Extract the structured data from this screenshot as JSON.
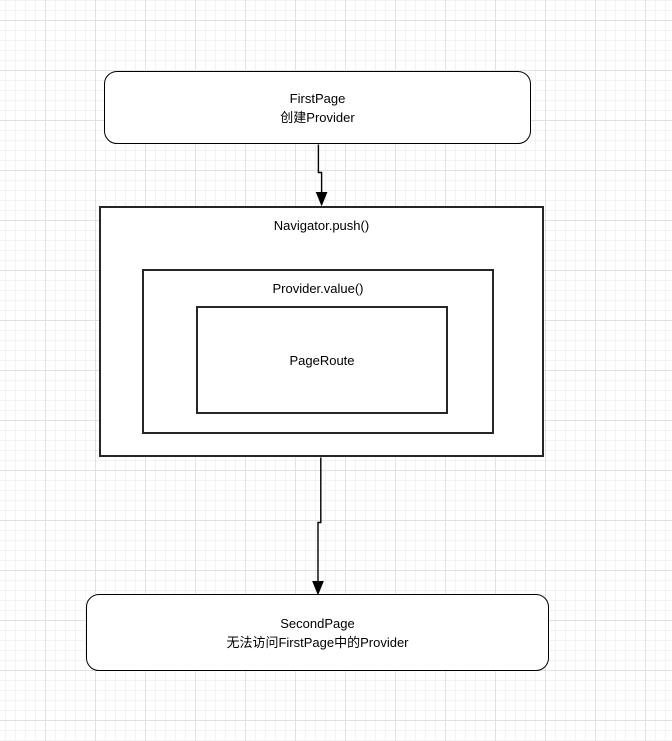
{
  "diagram": {
    "nodes": {
      "first_page": {
        "title": "FirstPage",
        "subtitle": "创建Provider"
      },
      "navigator_push": {
        "label": "Navigator.push()"
      },
      "provider_value": {
        "label": "Provider.value()"
      },
      "page_route": {
        "label": "PageRoute"
      },
      "second_page": {
        "title": "SecondPage",
        "subtitle": "无法访问FirstPage中的Provider"
      }
    },
    "edges": [
      {
        "name": "firstpage-to-navigator",
        "from": "FirstPage",
        "to": "Navigator.push()"
      },
      {
        "name": "navigator-to-secondpage",
        "from": "Navigator.push()",
        "to": "SecondPage"
      }
    ],
    "colors": {
      "stroke": "#000000",
      "node_fill": "#ffffff",
      "canvas_bg": "#ffffff",
      "grid_minor": "#f3f3f3",
      "grid_major": "#e1e1e1"
    }
  }
}
